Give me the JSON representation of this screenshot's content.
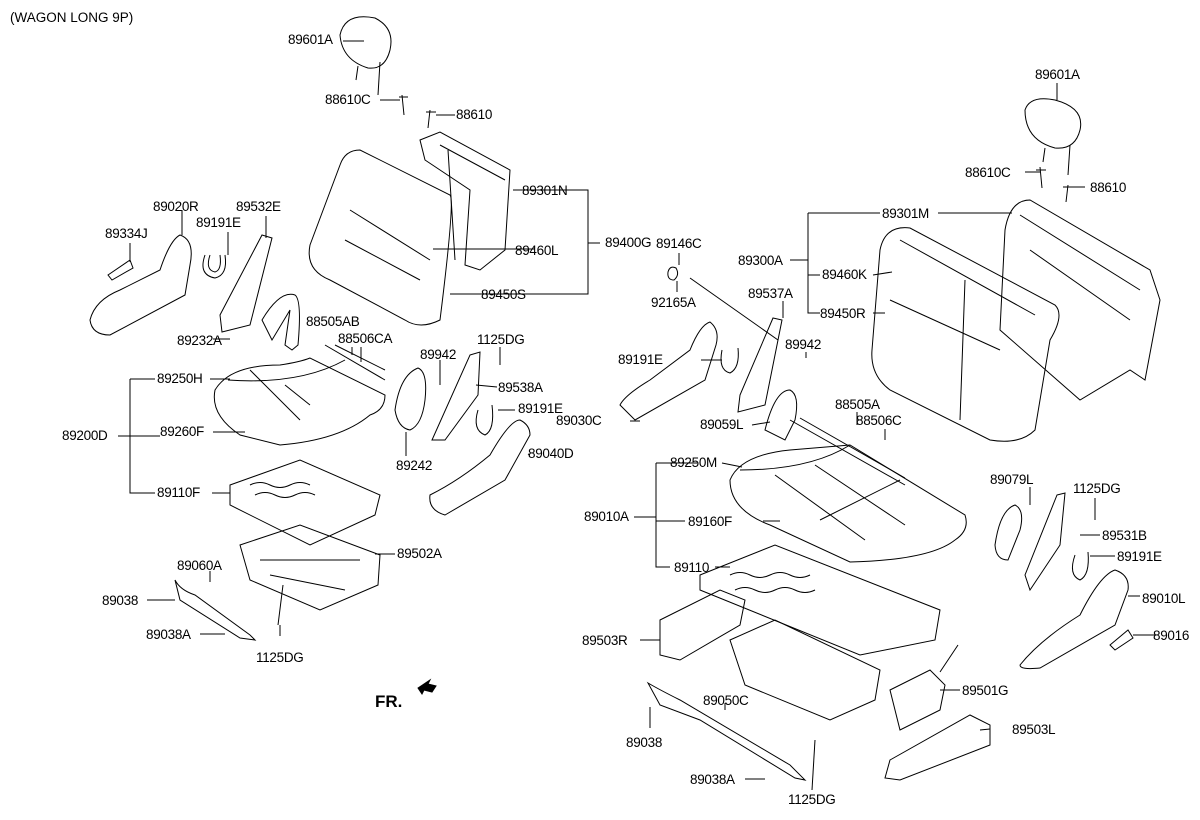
{
  "diagram": {
    "title": "(WAGON LONG 9P)",
    "front_indicator": "FR.",
    "left_seat": {
      "labels": [
        "89601A",
        "88610C",
        "88610",
        "89301N",
        "89400G",
        "89460L",
        "89450S",
        "89020R",
        "89191E",
        "89532E",
        "89334J",
        "89232A",
        "88505AB",
        "88506CA",
        "89942",
        "1125DG",
        "89538A",
        "89191E",
        "89250H",
        "89200D",
        "89260F",
        "89242",
        "89040D",
        "89110F",
        "89502A",
        "89060A",
        "89038",
        "89038A",
        "1125DG"
      ]
    },
    "right_seat": {
      "labels": [
        "89601A",
        "88610C",
        "88610",
        "89301M",
        "89300A",
        "89460K",
        "89450R",
        "89146C",
        "92165A",
        "89537A",
        "89191E",
        "89942",
        "89030C",
        "89059L",
        "88505A",
        "88506C",
        "89250M",
        "89010A",
        "89160F",
        "89110",
        "89079L",
        "1125DG",
        "89531B",
        "89191E",
        "89010L",
        "89016",
        "89503R",
        "89501G",
        "89050C",
        "89503L",
        "89038",
        "89038A",
        "1125DG"
      ]
    }
  }
}
